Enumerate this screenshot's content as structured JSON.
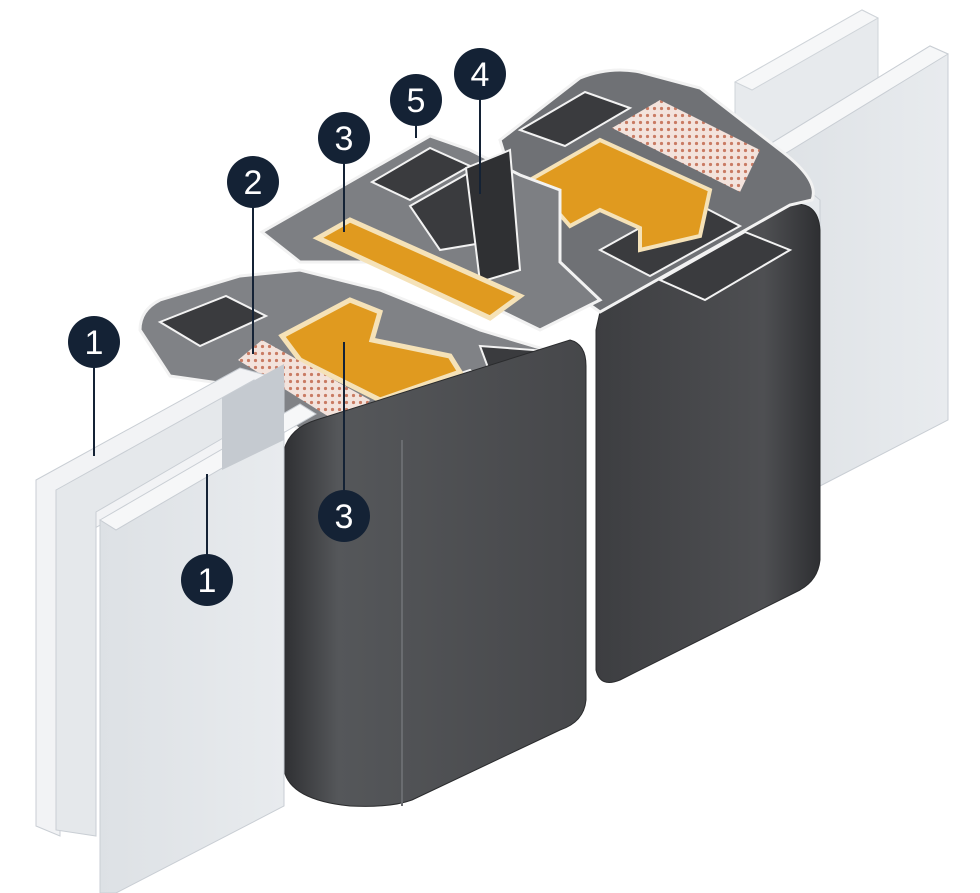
{
  "colors": {
    "background": "#ffffff",
    "glass_face": "#e3e6ea",
    "glass_edge": "#f6f7f8",
    "glass_shadow": "#c9ced4",
    "profile_dark": "#4b4c4f",
    "profile_darker": "#3a3b3e",
    "profile_top": "#8a8c90",
    "profile_outline": "#f2f2f2",
    "steel_reinforcement": "#e09a1f",
    "steel_reinforcement_edge": "#f5e2b8",
    "seal_dots": "#c97b63",
    "seal_base": "#f3e3dc",
    "marker_fill": "#142235",
    "marker_line": "#142235"
  },
  "callouts": [
    {
      "id": "glass-pane-outer",
      "label": "1"
    },
    {
      "id": "glass-pane-inner",
      "label": "1"
    },
    {
      "id": "glazing-seal",
      "label": "2"
    },
    {
      "id": "steel-reinforcement-upper",
      "label": "3"
    },
    {
      "id": "steel-reinforcement-lower",
      "label": "3"
    },
    {
      "id": "center-chamber",
      "label": "4"
    },
    {
      "id": "gasket",
      "label": "5"
    }
  ]
}
